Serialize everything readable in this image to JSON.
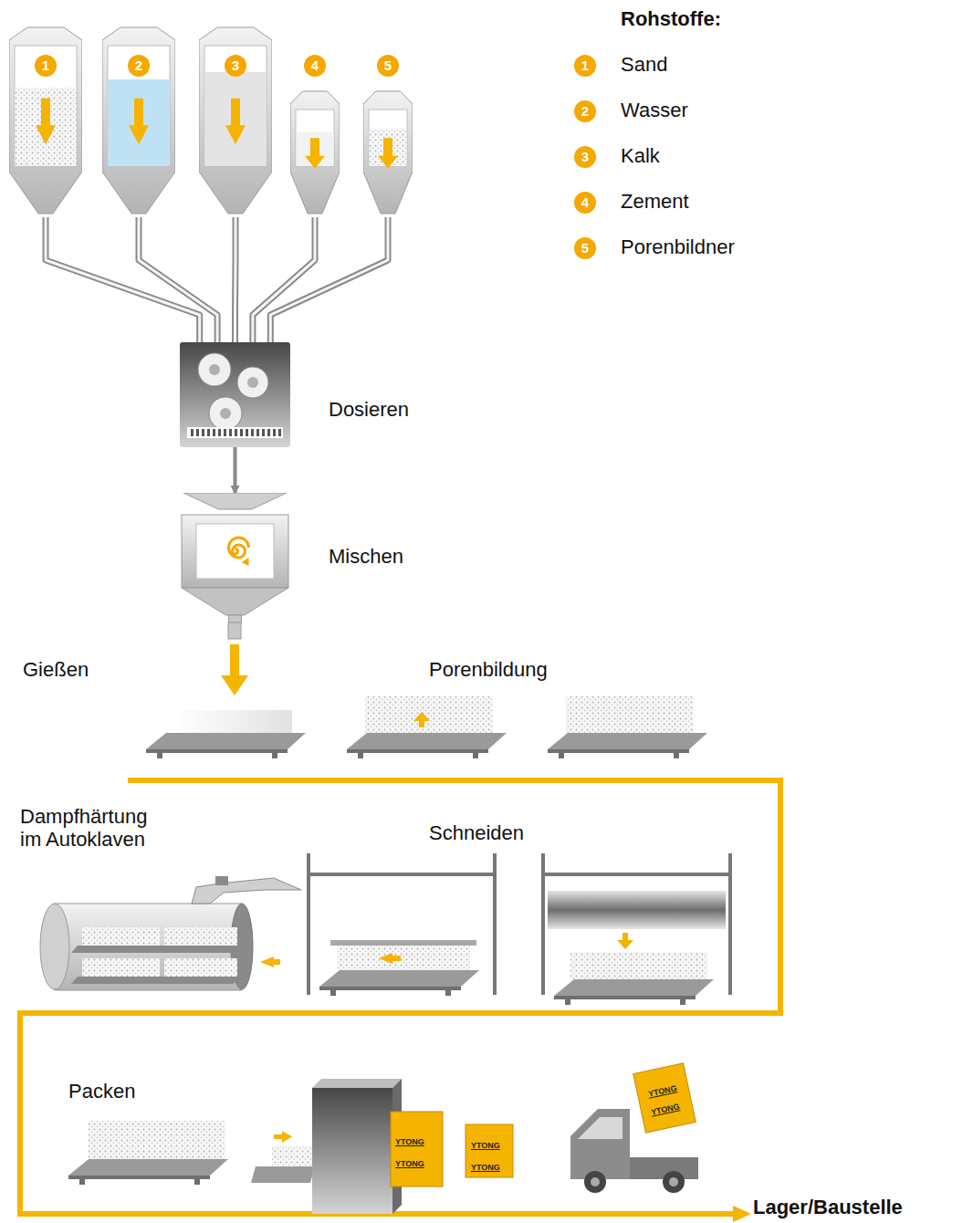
{
  "diagram": {
    "nodes": [
      {
        "text": [
          "1"
        ]
      },
      {
        "text": [
          "2"
        ]
      },
      {
        "text": [
          "3"
        ]
      },
      {
        "text": [
          "4"
        ]
      },
      {
        "text": [
          "5"
        ]
      },
      {
        "text": [
          "Dosieren"
        ]
      },
      {
        "text": [
          "Mischen"
        ]
      }
    ],
    "edges": [
      {
        "from": 0,
        "to": 5,
        "arrow": "none"
      },
      {
        "from": 1,
        "to": 5,
        "arrow": "none"
      },
      {
        "from": 2,
        "to": 5,
        "arrow": "none"
      },
      {
        "from": 3,
        "to": 5,
        "arrow": "none"
      },
      {
        "from": 4,
        "to": 5,
        "arrow": "none"
      },
      {
        "from": 5,
        "to": 6,
        "arrow": "to"
      }
    ],
    "labels": [
      "Rohstoffe:",
      "1",
      "2",
      "3",
      "4",
      "5",
      "Gießen",
      "Porenbildung",
      "Dampfhärtung im Autoklaven",
      "Schneiden",
      "Packen",
      "Lager/Baustelle",
      "YTONG",
      "YTONG",
      "YTONG",
      "YTONG",
      "YTONG",
      "YTONG"
    ],
    "legend": [
      {
        "text": "Sand"
      },
      {
        "text": "Wasser"
      },
      {
        "text": "Kalk"
      },
      {
        "text": "Zement"
      },
      {
        "text": "Porenbildner"
      }
    ]
  }
}
